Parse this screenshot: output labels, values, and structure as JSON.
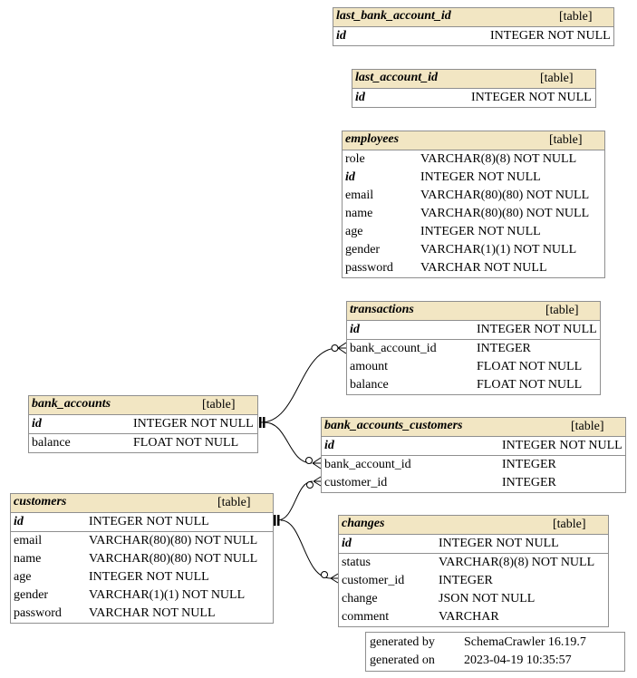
{
  "tag_label": "[table]",
  "tables": {
    "last_bank_account_id": {
      "name": "last_bank_account_id",
      "columns": [
        {
          "name": "id",
          "type": "INTEGER NOT NULL"
        }
      ]
    },
    "last_account_id": {
      "name": "last_account_id",
      "columns": [
        {
          "name": "id",
          "type": "INTEGER NOT NULL"
        }
      ]
    },
    "employees": {
      "name": "employees",
      "columns": [
        {
          "name": "role",
          "type": "VARCHAR(8)(8) NOT NULL"
        },
        {
          "name": "id",
          "type": "INTEGER NOT NULL"
        },
        {
          "name": "email",
          "type": "VARCHAR(80)(80) NOT NULL"
        },
        {
          "name": "name",
          "type": "VARCHAR(80)(80) NOT NULL"
        },
        {
          "name": "age",
          "type": "INTEGER NOT NULL"
        },
        {
          "name": "gender",
          "type": "VARCHAR(1)(1) NOT NULL"
        },
        {
          "name": "password",
          "type": "VARCHAR NOT NULL"
        }
      ]
    },
    "transactions": {
      "name": "transactions",
      "columns": [
        {
          "name": "id",
          "type": "INTEGER NOT NULL"
        },
        {
          "name": "bank_account_id",
          "type": "INTEGER"
        },
        {
          "name": "amount",
          "type": "FLOAT NOT NULL"
        },
        {
          "name": "balance",
          "type": "FLOAT NOT NULL"
        }
      ]
    },
    "bank_accounts": {
      "name": "bank_accounts",
      "columns": [
        {
          "name": "id",
          "type": "INTEGER NOT NULL"
        },
        {
          "name": "balance",
          "type": "FLOAT NOT NULL"
        }
      ]
    },
    "bank_accounts_customers": {
      "name": "bank_accounts_customers",
      "columns": [
        {
          "name": "id",
          "type": "INTEGER NOT NULL"
        },
        {
          "name": "bank_account_id",
          "type": "INTEGER"
        },
        {
          "name": "customer_id",
          "type": "INTEGER"
        }
      ]
    },
    "customers": {
      "name": "customers",
      "columns": [
        {
          "name": "id",
          "type": "INTEGER NOT NULL"
        },
        {
          "name": "email",
          "type": "VARCHAR(80)(80) NOT NULL"
        },
        {
          "name": "name",
          "type": "VARCHAR(80)(80) NOT NULL"
        },
        {
          "name": "age",
          "type": "INTEGER NOT NULL"
        },
        {
          "name": "gender",
          "type": "VARCHAR(1)(1) NOT NULL"
        },
        {
          "name": "password",
          "type": "VARCHAR NOT NULL"
        }
      ]
    },
    "changes": {
      "name": "changes",
      "columns": [
        {
          "name": "id",
          "type": "INTEGER NOT NULL"
        },
        {
          "name": "status",
          "type": "VARCHAR(8)(8) NOT NULL"
        },
        {
          "name": "customer_id",
          "type": "INTEGER"
        },
        {
          "name": "change",
          "type": "JSON NOT NULL"
        },
        {
          "name": "comment",
          "type": "VARCHAR"
        }
      ]
    }
  },
  "relationships": [
    {
      "from": "bank_accounts.id",
      "to": "transactions.bank_account_id"
    },
    {
      "from": "bank_accounts.id",
      "to": "bank_accounts_customers.bank_account_id"
    },
    {
      "from": "customers.id",
      "to": "bank_accounts_customers.customer_id"
    },
    {
      "from": "customers.id",
      "to": "changes.customer_id"
    }
  ],
  "footer": {
    "generated_by_label": "generated by",
    "generated_by_value": "SchemaCrawler 16.19.7",
    "generated_on_label": "generated on",
    "generated_on_value": "2023-04-19 10:35:57"
  },
  "colors": {
    "header": "#f2e6c3",
    "border": "#8f8f8f",
    "line": "#000000"
  }
}
